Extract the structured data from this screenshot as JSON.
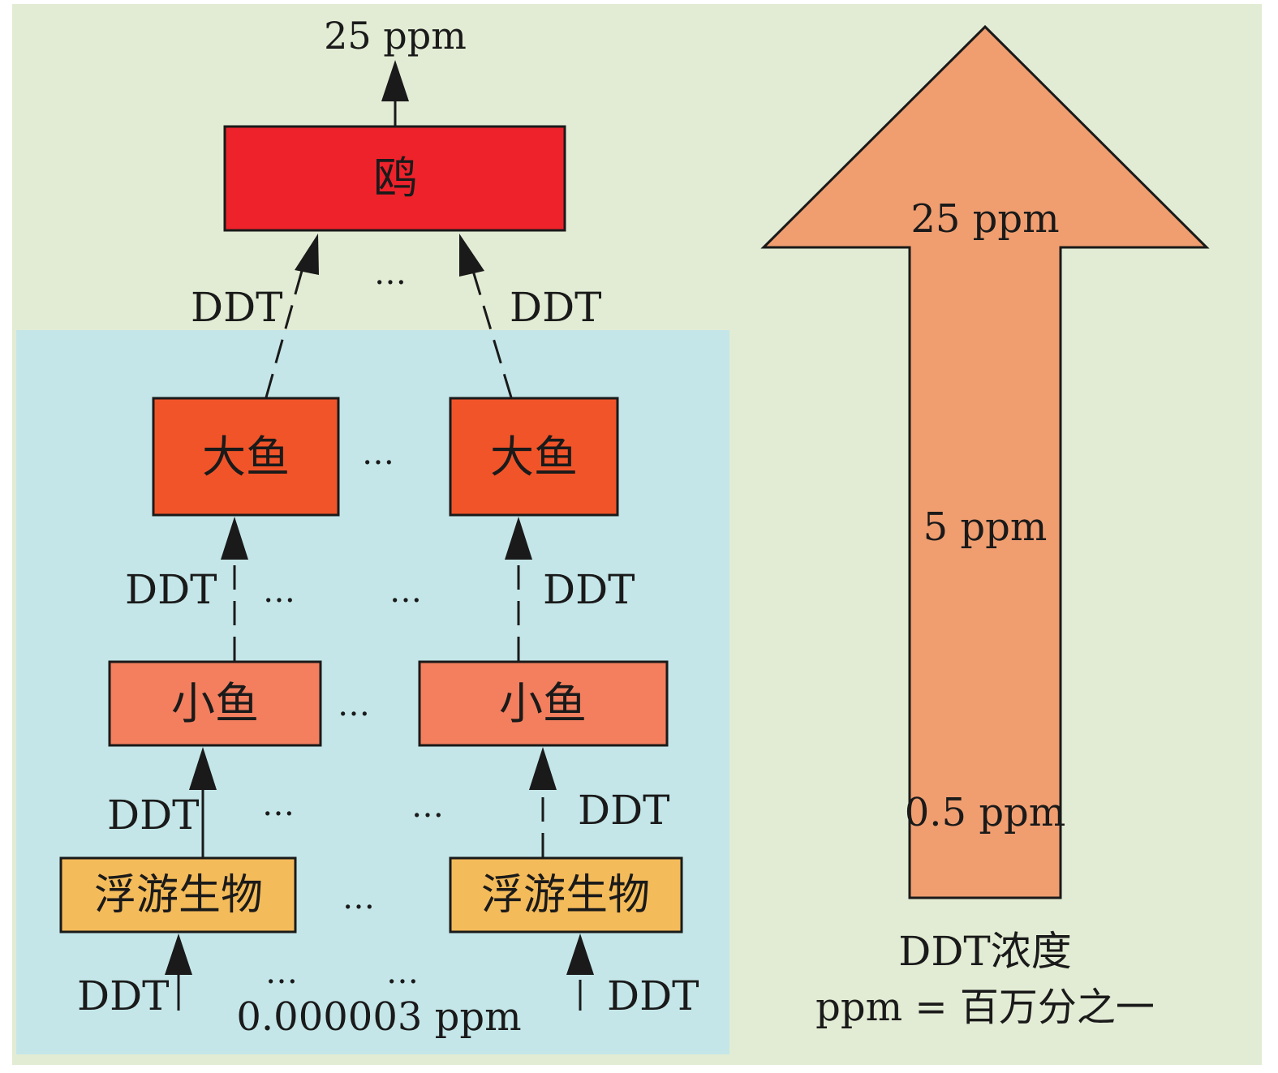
{
  "top_value": "25 ppm",
  "gull_label": "鸥",
  "big_fish_label": "大鱼",
  "small_fish_label": "小鱼",
  "plankton_label": "浮游生物",
  "ddt_label": "DDT",
  "ellipsis": "…",
  "base_value": "0.000003 ppm",
  "arrow_values": [
    "25 ppm",
    "5 ppm",
    "0.5 ppm"
  ],
  "legend_title": "DDT浓度",
  "legend_note": "ppm = 百万分之一",
  "colors": {
    "page_bg": "#e2ecd4",
    "water_bg": "#c4e6e8",
    "gull": "#ee222b",
    "big_fish": "#f15429",
    "small_fish": "#f37f5e",
    "plankton": "#f4bb5a",
    "concentration_arrow": "#f09e70"
  }
}
